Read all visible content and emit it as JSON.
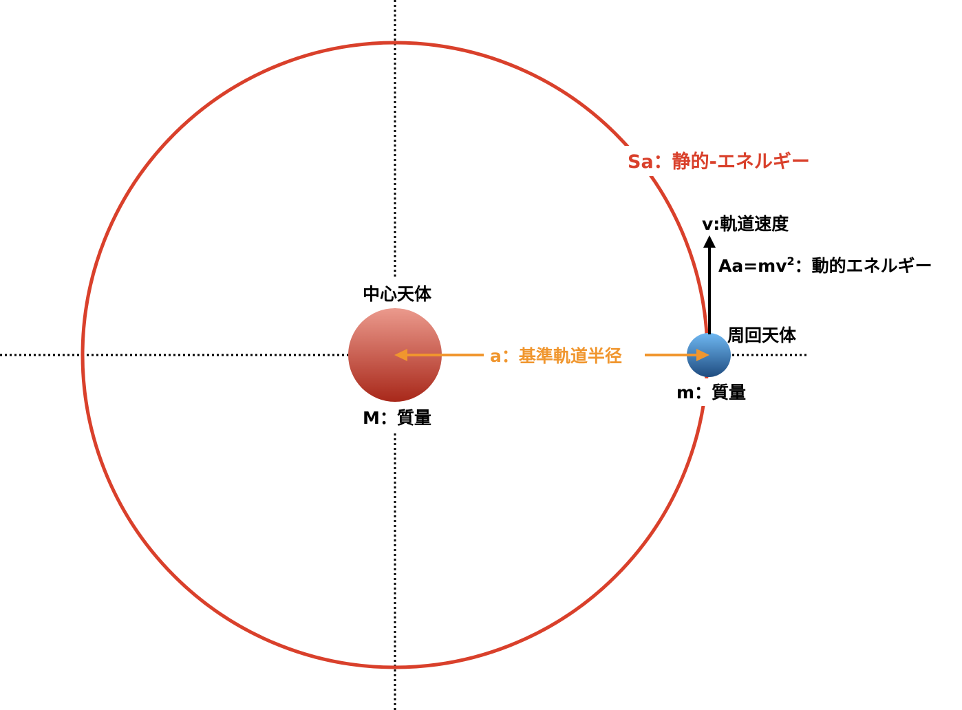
{
  "labels": {
    "static_energy": "Sa：静的-エネルギー",
    "orbital_velocity": "v:軌道速度",
    "kinetic_energy_formula": "Aa=mv",
    "kinetic_energy_exponent": "2",
    "kinetic_energy_name": "：動的エネルギー",
    "orbiting_body": "周回天体",
    "orbiting_mass": "m：質量",
    "central_body": "中心天体",
    "central_mass": "M：質量",
    "radius": "a：基準軌道半径"
  },
  "colors": {
    "orbit": "#d9402b",
    "radius_arrow": "#f0962e",
    "central_top": "#eb9a8d",
    "central_bottom": "#a8281a",
    "orbiting_top": "#6fb8f2",
    "orbiting_bottom": "#1f4c80"
  }
}
